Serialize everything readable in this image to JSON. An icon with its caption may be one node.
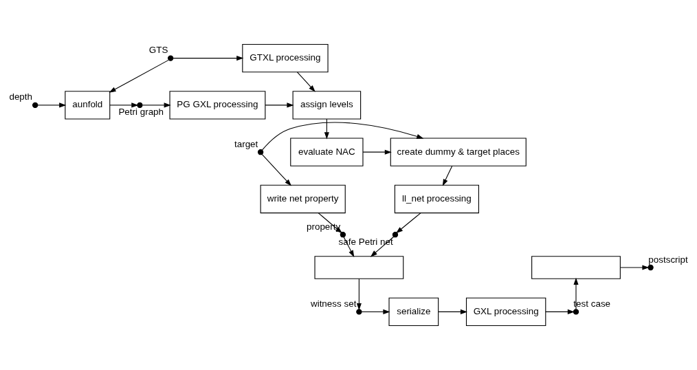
{
  "diagram": {
    "nodes": [
      {
        "text": [],
        "shape": "circle",
        "beside": [
          "GTS"
        ]
      },
      {
        "text": [],
        "shape": "circle",
        "beside": [
          "depth"
        ]
      },
      {
        "text": [
          "GTXL processing"
        ]
      },
      {
        "text": [
          "aunfold"
        ]
      },
      {
        "text": [],
        "shape": "circle",
        "beside": [
          "Petri graph"
        ]
      },
      {
        "text": [
          "PG GXL processing"
        ]
      },
      {
        "text": [
          "assign levels"
        ]
      },
      {
        "text": [
          "evaluate NAC"
        ]
      },
      {
        "text": [],
        "shape": "circle",
        "beside": [
          "target"
        ]
      },
      {
        "text": [
          "create dummy & target places"
        ]
      },
      {
        "text": [
          "write net property"
        ]
      },
      {
        "text": [
          "ll_net processing"
        ]
      },
      {
        "text": [],
        "shape": "circle",
        "beside": [
          "property"
        ]
      },
      {
        "text": [],
        "shape": "circle",
        "beside": [
          "safe Petri net"
        ]
      },
      {
        "text": [],
        "shape": "box"
      },
      {
        "text": [],
        "shape": "circle",
        "beside": [
          "witness set"
        ]
      },
      {
        "text": [
          "serialize"
        ]
      },
      {
        "text": [
          "GXL processing"
        ]
      },
      {
        "text": [],
        "shape": "circle",
        "beside": [
          "test case"
        ]
      },
      {
        "text": [],
        "shape": "box"
      },
      {
        "text": [],
        "shape": "circle",
        "beside": [
          "postscript"
        ]
      }
    ],
    "edges": [
      {
        "from": 0,
        "to": 2,
        "arrow": "to"
      },
      {
        "from": 0,
        "to": 3,
        "arrow": "to"
      },
      {
        "from": 1,
        "to": 3,
        "arrow": "to"
      },
      {
        "from": 3,
        "to": 4,
        "arrow": "to"
      },
      {
        "from": 4,
        "to": 5,
        "arrow": "to"
      },
      {
        "from": 5,
        "to": 6,
        "arrow": "to"
      },
      {
        "from": 2,
        "to": 6,
        "arrow": "to"
      },
      {
        "from": 6,
        "to": 7,
        "arrow": "to"
      },
      {
        "from": 7,
        "to": 9,
        "arrow": "to"
      },
      {
        "from": 8,
        "to": 9,
        "arrow": "to"
      },
      {
        "from": 8,
        "to": 10,
        "arrow": "to"
      },
      {
        "from": 9,
        "to": 11,
        "arrow": "to"
      },
      {
        "from": 10,
        "to": 12,
        "arrow": "to"
      },
      {
        "from": 11,
        "to": 13,
        "arrow": "to"
      },
      {
        "from": 12,
        "to": 14,
        "arrow": "to"
      },
      {
        "from": 13,
        "to": 14,
        "arrow": "to"
      },
      {
        "from": 14,
        "to": 15,
        "arrow": "to"
      },
      {
        "from": 15,
        "to": 16,
        "arrow": "to"
      },
      {
        "from": 16,
        "to": 17,
        "arrow": "to"
      },
      {
        "from": 17,
        "to": 18,
        "arrow": "to"
      },
      {
        "from": 18,
        "to": 19,
        "arrow": "to"
      },
      {
        "from": 19,
        "to": 20,
        "arrow": "to"
      }
    ]
  }
}
